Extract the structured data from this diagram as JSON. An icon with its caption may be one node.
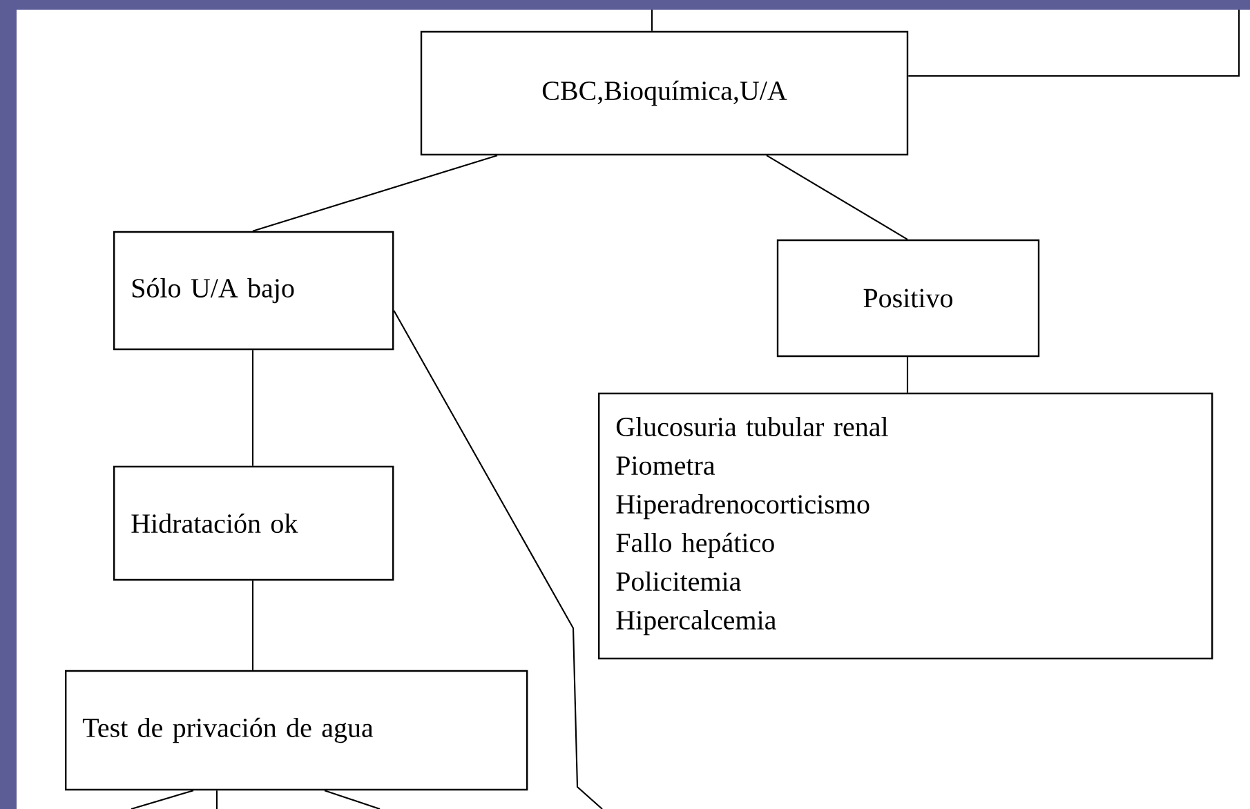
{
  "diagram": {
    "nodes": [
      {
        "text": [
          "CBC,Bioquímica,U/A"
        ]
      },
      {
        "text": [
          "Sólo U/A bajo"
        ]
      },
      {
        "text": [
          "Positivo"
        ]
      },
      {
        "text": [
          "Glucosuria tubular renal",
          "Piometra",
          "Hiperadrenocorticismo",
          "Fallo hepático",
          "Policitemia",
          "Hipercalcemia"
        ]
      },
      {
        "text": [
          "Hidratación ok"
        ]
      },
      {
        "text": [
          "Test de privación de agua"
        ]
      }
    ],
    "edges": [
      {
        "from": null,
        "to": 0,
        "arrow": "none"
      },
      {
        "from": 0,
        "to": null,
        "arrow": "none"
      },
      {
        "from": 0,
        "to": 1,
        "arrow": "none"
      },
      {
        "from": 0,
        "to": 2,
        "arrow": "none"
      },
      {
        "from": 2,
        "to": 3,
        "arrow": "none"
      },
      {
        "from": 1,
        "to": 4,
        "arrow": "none"
      },
      {
        "from": 1,
        "to": null,
        "arrow": "none"
      },
      {
        "from": 4,
        "to": 5,
        "arrow": "none"
      },
      {
        "from": 5,
        "to": null,
        "arrow": "none"
      },
      {
        "from": 5,
        "to": null,
        "arrow": "none"
      },
      {
        "from": 5,
        "to": null,
        "arrow": "none"
      }
    ]
  }
}
